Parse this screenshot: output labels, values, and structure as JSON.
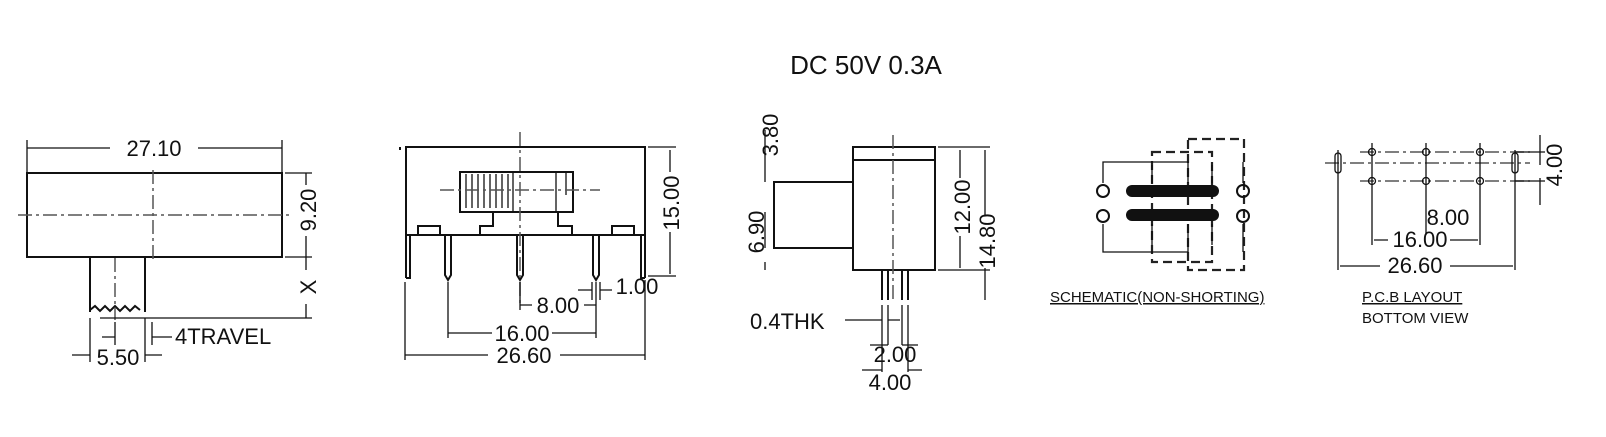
{
  "title": "DC  50V  0.3A",
  "side_view": {
    "width": "27.10",
    "height": "9.20",
    "x_label": "X",
    "travel": "4TRAVEL",
    "actuator_width": "5.50"
  },
  "front_view": {
    "height": "15.00",
    "pin_width": "1.00",
    "pitch_8": "8.00",
    "pitch_16": "16.00",
    "width": "26.60"
  },
  "end_view": {
    "actuator_height": "3.80",
    "actuator_offset": "6.90",
    "body_height": "12.00",
    "total_height": "14.80",
    "thickness": "0.4THK",
    "pin_gap": "2.00",
    "pin_span": "4.00"
  },
  "schematic": {
    "label": "SCHEMATIC(NON-SHORTING)"
  },
  "pcb_layout": {
    "row_spacing": "4.00",
    "pitch_8": "8.00",
    "pitch_16": "16.00",
    "width": "26.60",
    "label_line1": "P.C.B LAYOUT",
    "label_line2": "BOTTOM VIEW"
  }
}
